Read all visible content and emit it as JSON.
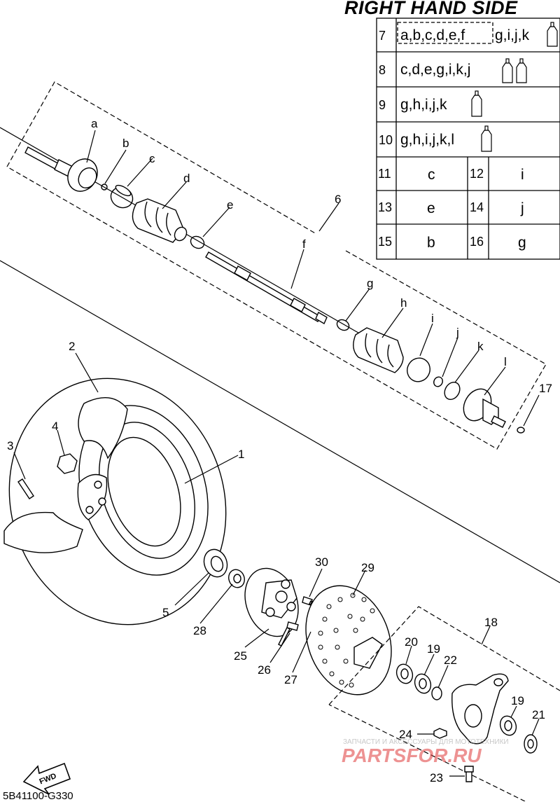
{
  "header": {
    "title": "RIGHT HAND SIDE"
  },
  "kit_table": [
    {
      "no": "7",
      "parts": "a,b,c,d,e,f",
      "extra": "g,i,j,k",
      "tubes": 1
    },
    {
      "no": "8",
      "parts": "c,d,e,g,i,k,j",
      "tubes": 2
    },
    {
      "no": "9",
      "parts": "g,h,i,j,k",
      "tubes": 1
    },
    {
      "no": "10",
      "parts": "g,h,i,j,k,l",
      "tubes": 1
    }
  ],
  "kit_pairs": [
    [
      {
        "no": "11",
        "part": "c"
      },
      {
        "no": "12",
        "part": "i"
      }
    ],
    [
      {
        "no": "13",
        "part": "e"
      },
      {
        "no": "14",
        "part": "j"
      }
    ],
    [
      {
        "no": "15",
        "part": "b"
      },
      {
        "no": "16",
        "part": "g"
      }
    ]
  ],
  "shaft_letters": [
    "a",
    "b",
    "c",
    "d",
    "e",
    "f",
    "g",
    "h",
    "i",
    "j",
    "k",
    "l"
  ],
  "callouts": [
    "1",
    "2",
    "3",
    "4",
    "5",
    "6",
    "17",
    "18",
    "19",
    "19",
    "20",
    "21",
    "22",
    "23",
    "24",
    "25",
    "26",
    "27",
    "28",
    "29",
    "30"
  ],
  "fwd_label": "FWD",
  "watermark": {
    "top": "ЗАПЧАСТИ И АКСЕССУАРЫ ДЛЯ МОТОТЕХНИКИ",
    "brand": "PARTSFOR.RU"
  },
  "diagram_code": "5B41100-G330"
}
